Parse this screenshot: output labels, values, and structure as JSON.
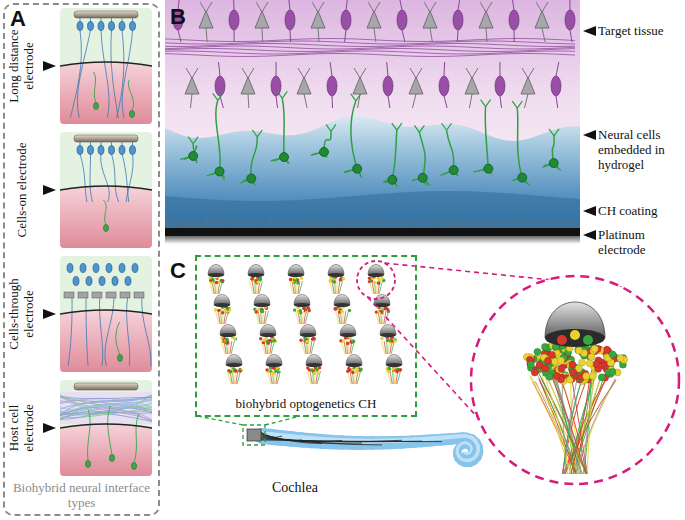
{
  "diagram": {
    "nodes": [
      {
        "text": [
          "Biohybrid neural interface types"
        ]
      },
      {
        "text": [
          "biohybrid optogenetics CH"
        ]
      }
    ],
    "labels": [
      "A",
      "B",
      "C",
      "Long distance electrode",
      "Cells-on electrode",
      "Cells-through electrode",
      "Host cell electrode",
      "Target tissue",
      "Neural cells embedded in hydrogel",
      "CH coating",
      "Platinum electrode",
      "Cochlea"
    ]
  }
}
